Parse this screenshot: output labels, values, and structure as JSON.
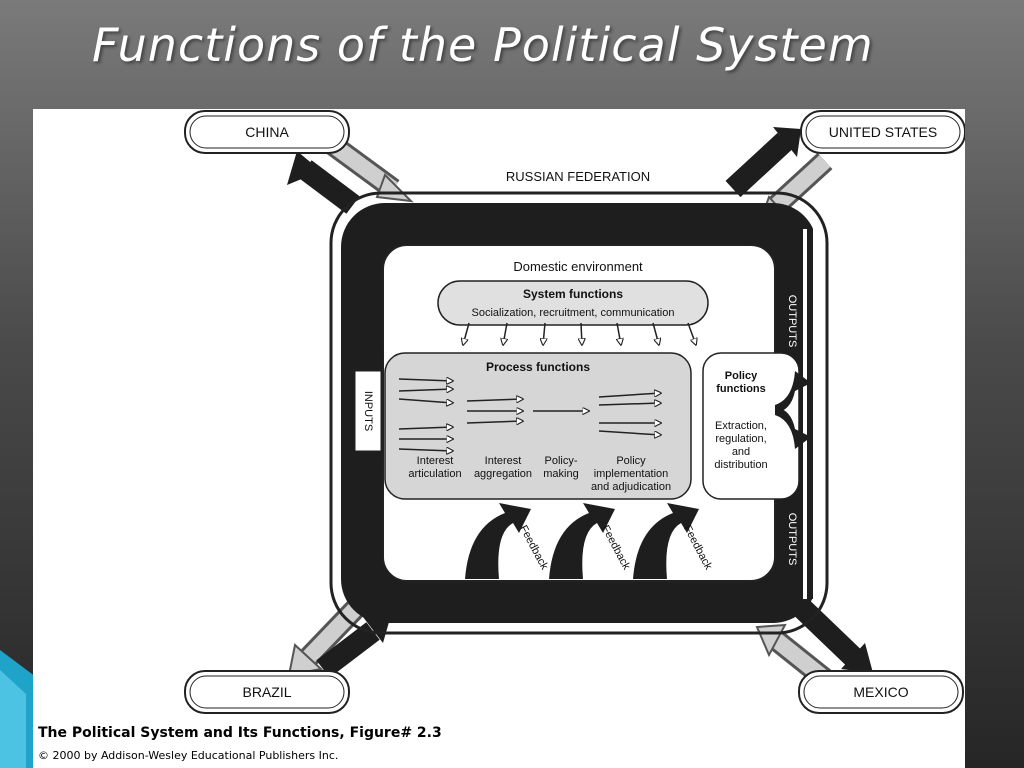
{
  "slide": {
    "title": "Functions of the Political System"
  },
  "diagram": {
    "countries": {
      "china": "CHINA",
      "united_states": "UNITED STATES",
      "russian_federation": "RUSSIAN FEDERATION",
      "brazil": "BRAZIL",
      "mexico": "MEXICO"
    },
    "domestic_environment": "Domestic environment",
    "system_functions": {
      "title": "System functions",
      "items": "Socialization, recruitment, communication"
    },
    "process_functions": {
      "title": "Process functions",
      "stages": [
        [
          "Interest",
          "articulation"
        ],
        [
          "Interest",
          "aggregation"
        ],
        [
          "Policy-",
          "making"
        ],
        [
          "Policy",
          "implementation",
          "and adjudication"
        ]
      ]
    },
    "policy_functions": {
      "title": [
        "Policy",
        "functions"
      ],
      "items": [
        "Extraction,",
        "regulation,",
        "and",
        "distribution"
      ]
    },
    "inputs_label": "INPUTS",
    "outputs_label": "OUTPUTS",
    "feedback_label": "Feedback"
  },
  "caption": {
    "figure_title": "The Political System and Its Functions, Figure# 2.3",
    "copyright": "© 2000 by Addison-Wesley Educational Publishers Inc."
  },
  "colors": {
    "dark_band": "#1e1e1e",
    "light_arrow": "#c8c8c8",
    "process_fill": "#d6d6d6",
    "system_fill": "#e0e0e0"
  }
}
